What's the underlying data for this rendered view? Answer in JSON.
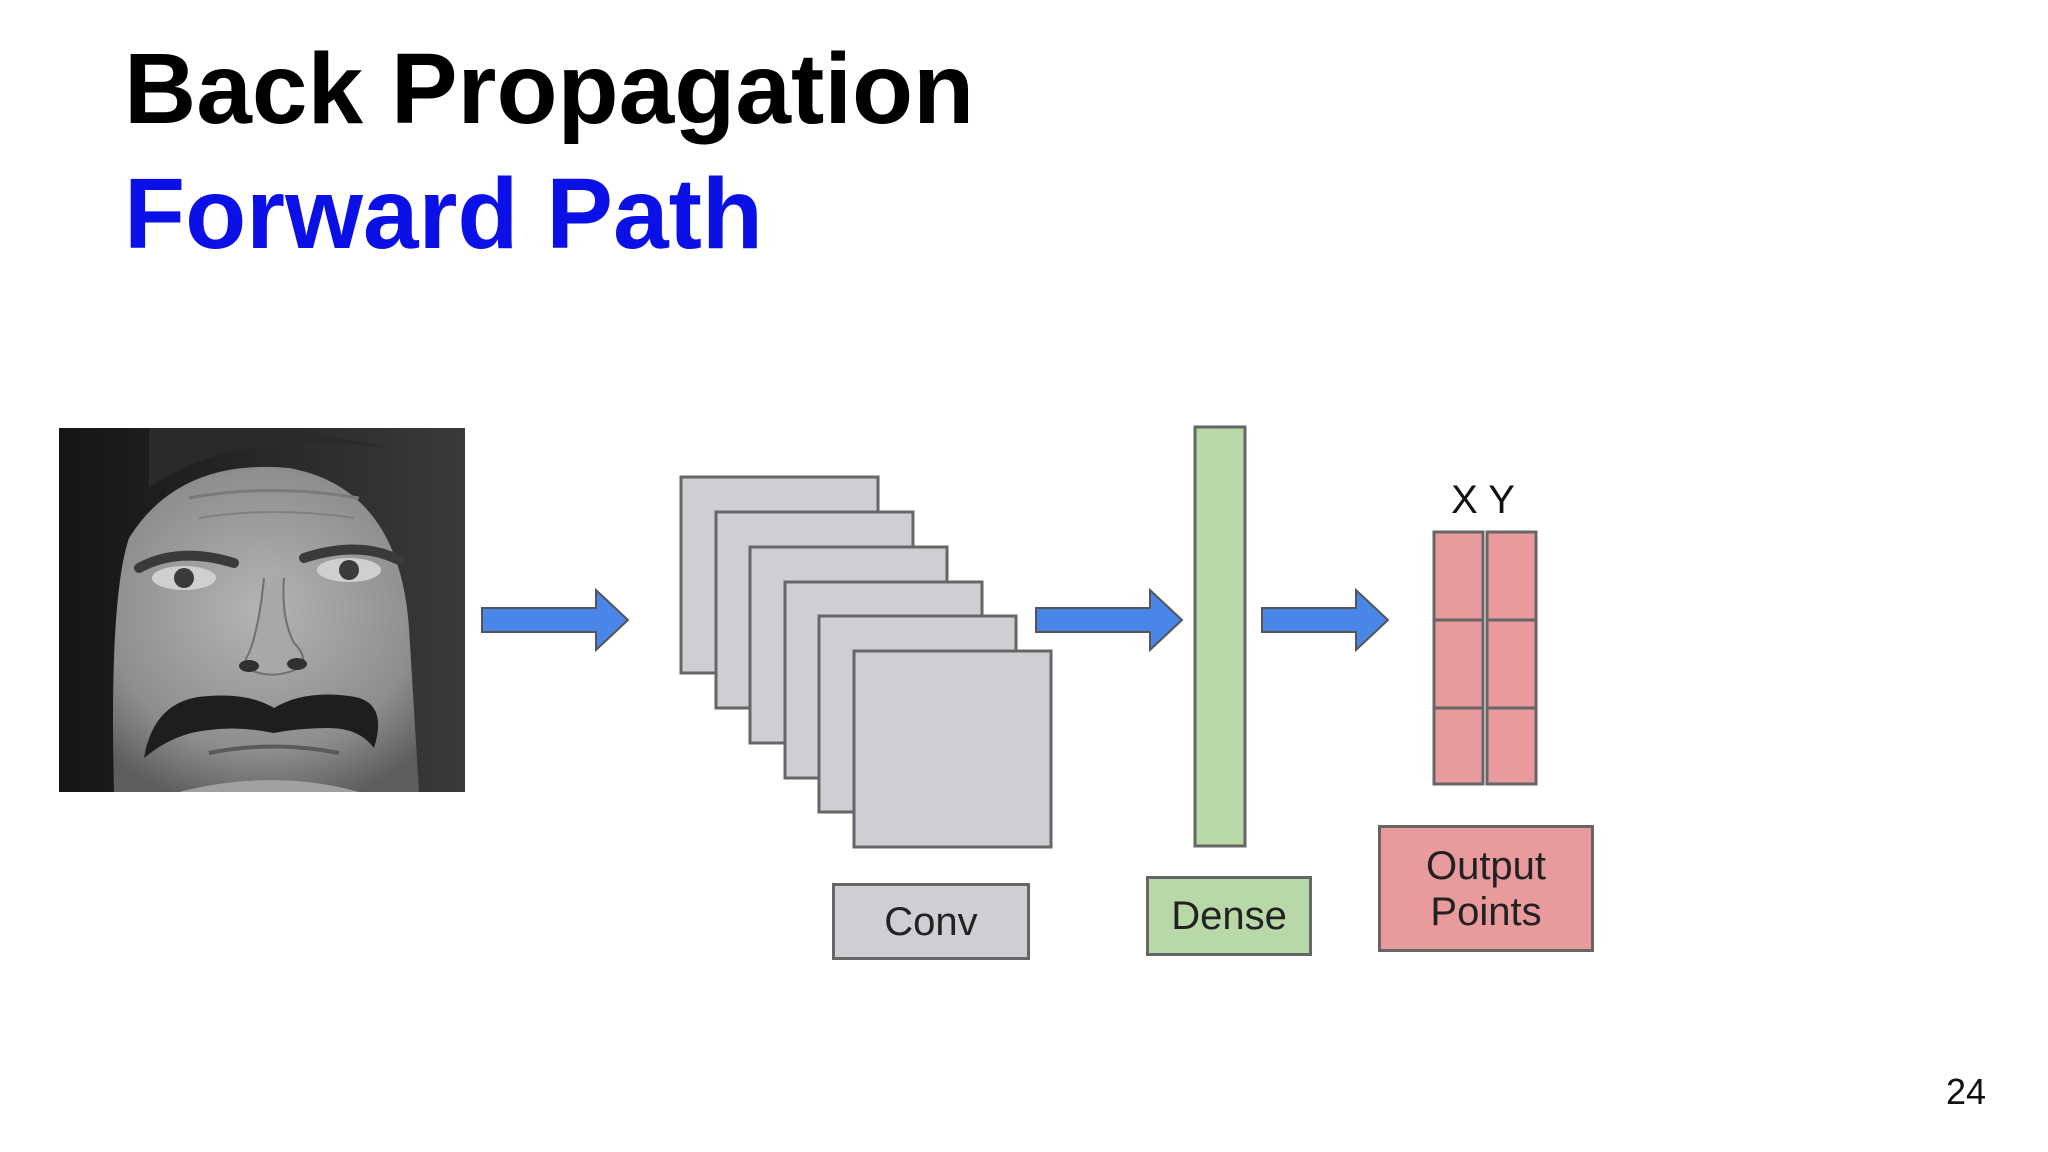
{
  "slide": {
    "title": "Back Propagation",
    "subtitle": "Forward Path",
    "subtitle_color": "#0a10e6",
    "page_number": "24"
  },
  "diagram": {
    "conv_label": "Conv",
    "dense_label": "Dense",
    "output_label_line1": "Output",
    "output_label_line2": "Points",
    "output_columns_label": "X Y",
    "colors": {
      "arrow": "#4a86e8",
      "conv": "#d0ced2",
      "dense": "#b8d8a8",
      "output": "#e89a9c",
      "border": "#666666"
    }
  }
}
